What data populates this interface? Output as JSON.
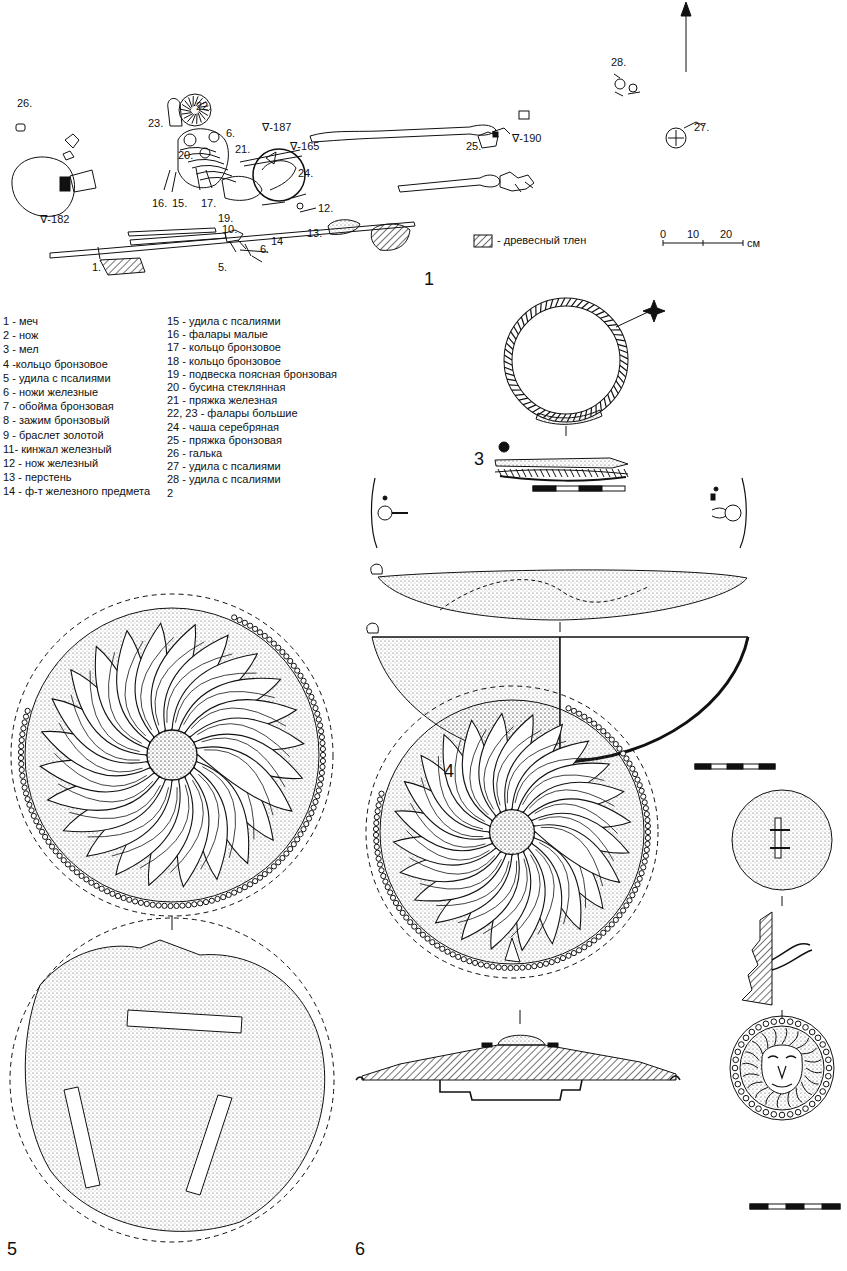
{
  "diagram": {
    "labels": [
      "26.",
      "23.",
      "22.",
      "6.",
      "20.",
      "21.",
      "∇-187",
      "∇-165",
      "24.",
      "25.",
      "∇-190",
      "28.",
      "27.",
      "∇-182",
      "16.",
      "15.",
      "17.",
      "19.",
      "12.",
      "10.",
      "13.",
      "14",
      "5.",
      "6.",
      "1.",
      "0",
      "10",
      "20",
      "см",
      "1",
      "1 - меч",
      "2 - нож",
      "3 - мел",
      "4 -кольцо бронзовое",
      "5 - удила с псалиями",
      "6 - ножи железные",
      "7 - обойма бронзовая",
      "8 - зажим бронзовый",
      "9 - браслет золотой",
      "11- кинжал железный",
      "12 - нож железный",
      "13 - перстень",
      "14 - ф-т железного предмета",
      "15 - удила с псалиями",
      "16 - фалары малые",
      "17 - кольцо бронзовое",
      "18 - кольцо бронзовое",
      "19 - подвеска поясная бронзовая",
      "20 - бусина стеклянная",
      "21 - пряжка железная",
      "22, 23 - фалары большие",
      "24 - чаша серебряная",
      "25 - пряжка бронзовая",
      "26 - галька",
      "27 - удила с псалиями",
      "28 - удила с псалиями",
      "2",
      "3",
      "4",
      "5",
      "6"
    ],
    "legend": [
      {
        "text": "- древесный тлен"
      }
    ]
  }
}
